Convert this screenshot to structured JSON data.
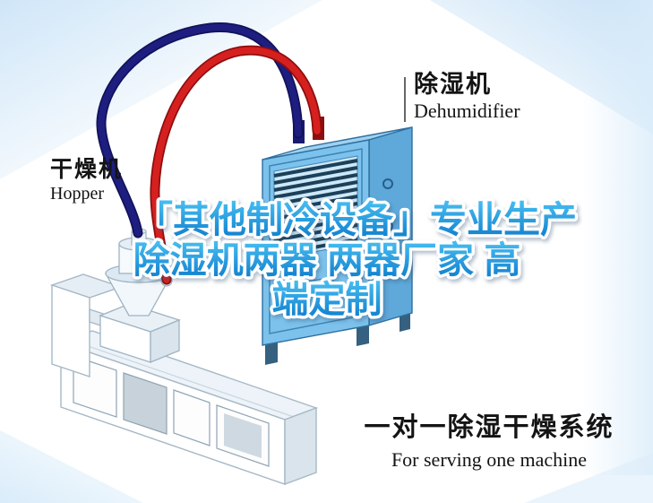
{
  "headline": {
    "line1": "「其他制冷设备」专业生产",
    "line2": "除湿机两器 两器厂家 高",
    "line3": "端定制"
  },
  "callouts": {
    "dehumidifier": {
      "zh": "除湿机",
      "en": "Dehumidifier"
    },
    "hopper": {
      "zh": "干燥机",
      "en": "Hopper"
    }
  },
  "caption": {
    "zh": "一对一除湿干燥系统",
    "en": "For serving one machine"
  },
  "colors": {
    "headline_gradient_top": "#49c0f2",
    "headline_gradient_bottom": "#0e7ccc",
    "headline_outline": "#ffffff",
    "pipe_blue": "#1e1e80",
    "pipe_red": "#d62020",
    "dehumidifier_body": "#7cc2ec",
    "background_tint": "#d9ebf9"
  }
}
